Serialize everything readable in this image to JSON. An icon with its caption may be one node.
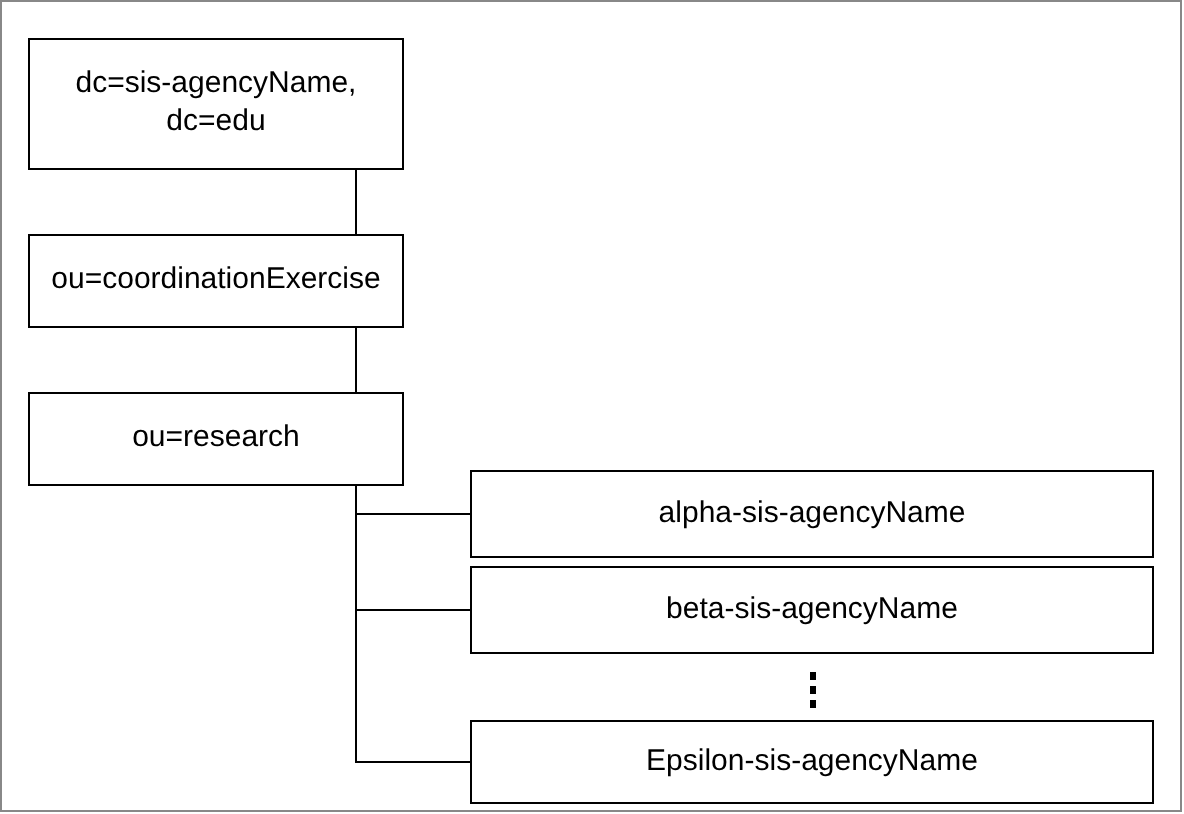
{
  "diagram": {
    "nodes": [
      {
        "text": [
          "dc=sis-agencyName, dc=edu"
        ]
      },
      {
        "text": [
          "ou=coordinationExercise"
        ]
      },
      {
        "text": [
          "ou=research"
        ]
      },
      {
        "text": [
          "alpha-sis-agencyName"
        ]
      },
      {
        "text": [
          "beta-sis-agencyName"
        ]
      },
      {
        "text": [
          "Epsilon-sis-agencyName"
        ]
      }
    ],
    "edges": [
      {
        "from": 0,
        "to": 1,
        "arrow": "none"
      },
      {
        "from": 1,
        "to": 2,
        "arrow": "none"
      },
      {
        "from": 2,
        "to": 3,
        "arrow": "none"
      },
      {
        "from": 2,
        "to": 4,
        "arrow": "none"
      },
      {
        "from": 2,
        "to": 5,
        "arrow": "none"
      }
    ]
  }
}
